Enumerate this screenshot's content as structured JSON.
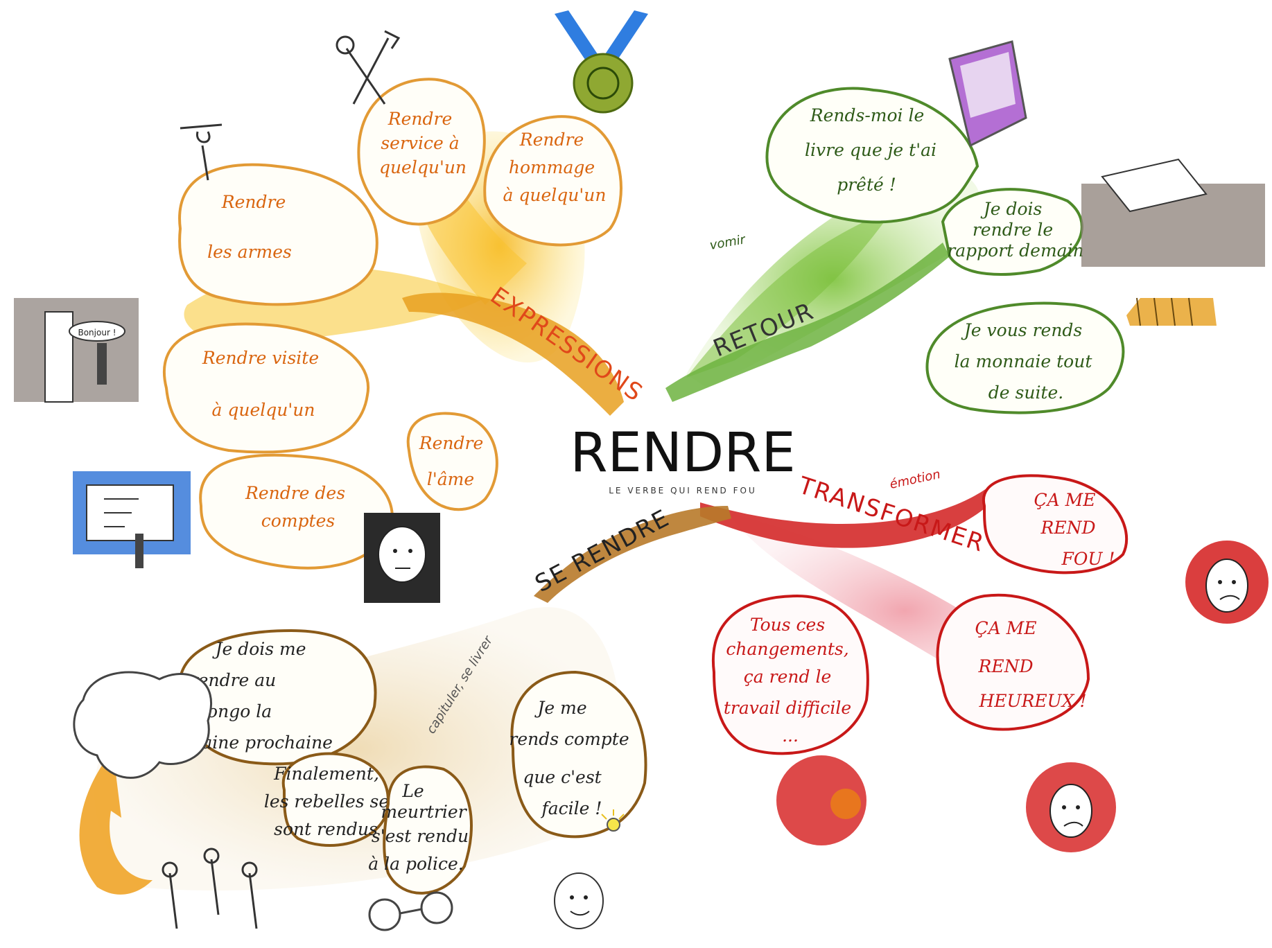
{
  "center": {
    "title": "RENDRE",
    "subtitle": "LE VERBE QUI REND FOU"
  },
  "branches": {
    "expressions": {
      "label": "EXPRESSIONS",
      "color": "#e8a020",
      "bubbles": [
        {
          "lines": [
            "Rendre",
            "service à",
            "quelqu'un"
          ]
        },
        {
          "lines": [
            "Rendre",
            "hommage",
            "à quelqu'un"
          ]
        },
        {
          "lines": [
            "Rendre",
            "",
            "les armes"
          ]
        },
        {
          "lines": [
            "Rendre visite",
            "",
            "à quelqu'un"
          ]
        },
        {
          "lines": [
            "Rendre des",
            "comptes"
          ]
        },
        {
          "lines": [
            "Rendre",
            "l'âme"
          ]
        }
      ],
      "sketch_bonjour": "Bonjour !"
    },
    "retour": {
      "label": "RETOUR",
      "color": "#6db33f",
      "bubbles": [
        {
          "lines": [
            "Rends-moi le",
            "livre que je t'ai",
            "prêté !"
          ]
        },
        {
          "lines": [
            "Je dois",
            "rendre le",
            "rapport demain"
          ]
        },
        {
          "lines": [
            "Je vous rends",
            "la monnaie tout",
            "de suite."
          ]
        }
      ],
      "vomir_label": "vomir"
    },
    "transformer": {
      "label": "TRANSFORMER",
      "sublabel": "émotion",
      "color": "#d42a2a",
      "bubbles": [
        {
          "lines": [
            "ÇA ME",
            "REND",
            "FOU !"
          ]
        },
        {
          "lines": [
            "ÇA ME",
            "REND",
            "HEUREUX !"
          ]
        },
        {
          "lines": [
            "Tous ces",
            "changements,",
            "ça rend le",
            "travail difficile",
            "..."
          ]
        }
      ]
    },
    "se_rendre": {
      "label": "SE RENDRE",
      "sublabel": "capituler, se livrer",
      "color": "#c98a2a",
      "bubbles": [
        {
          "lines": [
            "Je dois me",
            "rendre au",
            "Congo la",
            "semaine prochaine"
          ]
        },
        {
          "lines": [
            "Finalement,",
            "les rebelles se",
            "sont rendus"
          ]
        },
        {
          "lines": [
            "Le",
            "meurtrier",
            "s'est rendu",
            "à la police."
          ]
        },
        {
          "lines": [
            "Je me",
            "rends compte",
            "que c'est",
            "facile !"
          ]
        }
      ]
    }
  },
  "icons": [
    "tools-icon",
    "medal-icon",
    "book-icon",
    "torch-icon",
    "door-icon",
    "board-icon",
    "face-icon",
    "bed-icon",
    "coins-icon",
    "bulb-icon",
    "handcuffs-icon"
  ]
}
